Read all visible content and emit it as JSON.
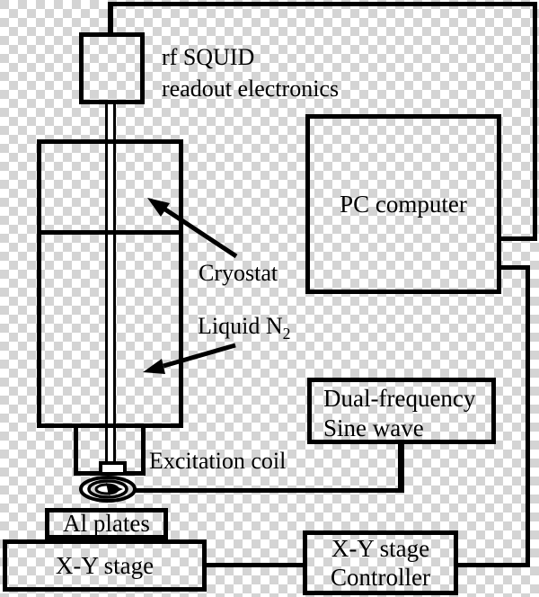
{
  "colors": {
    "line": "#000000",
    "checker_gray": "#d4d4d4",
    "checker_white": "#ffffff"
  },
  "labels": {
    "rf_squid": {
      "line1": "rf SQUID",
      "line2": "readout electronics"
    },
    "pc_computer": "PC computer",
    "cryostat": "Cryostat",
    "liquid_n2": {
      "base": "Liquid N",
      "subscript": "2"
    },
    "excitation_coil": "Excitation coil",
    "dual_frequency": {
      "line1": "Dual-frequency",
      "line2": "Sine wave"
    },
    "al_plates": "Al plates",
    "xy_stage": "X-Y stage",
    "xy_stage_controller": {
      "line1": "X-Y stage",
      "line2": "Controller"
    }
  }
}
